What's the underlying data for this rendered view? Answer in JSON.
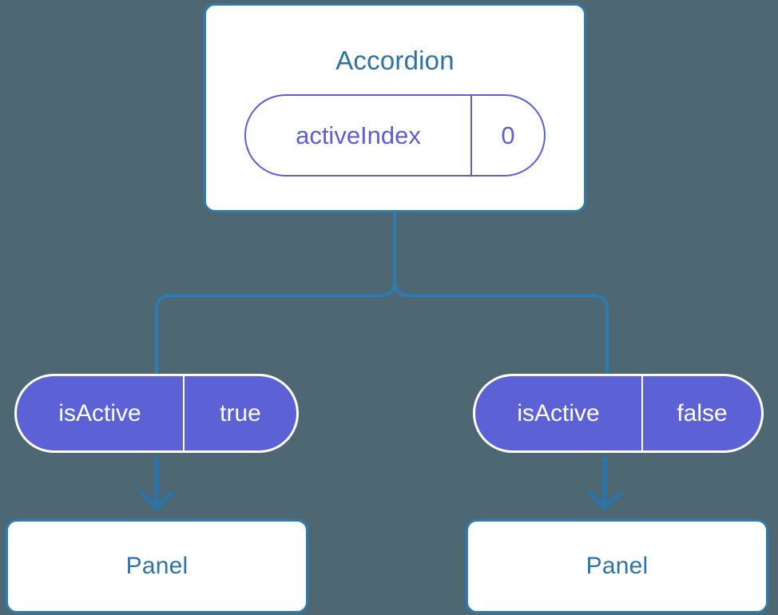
{
  "diagram": {
    "type": "component-tree",
    "background_color": "#4d6872",
    "accent_blue": "#2e7bb0",
    "accent_purple": "#5c62d6",
    "title_color": "#2d74a6"
  },
  "root": {
    "title": "Accordion",
    "state_pill": {
      "key": "activeIndex",
      "value": "0",
      "style": "outline"
    }
  },
  "children": [
    {
      "prop_pill": {
        "key": "isActive",
        "value": "true",
        "style": "filled"
      },
      "component": {
        "title": "Panel"
      }
    },
    {
      "prop_pill": {
        "key": "isActive",
        "value": "false",
        "style": "filled"
      },
      "component": {
        "title": "Panel"
      }
    }
  ]
}
